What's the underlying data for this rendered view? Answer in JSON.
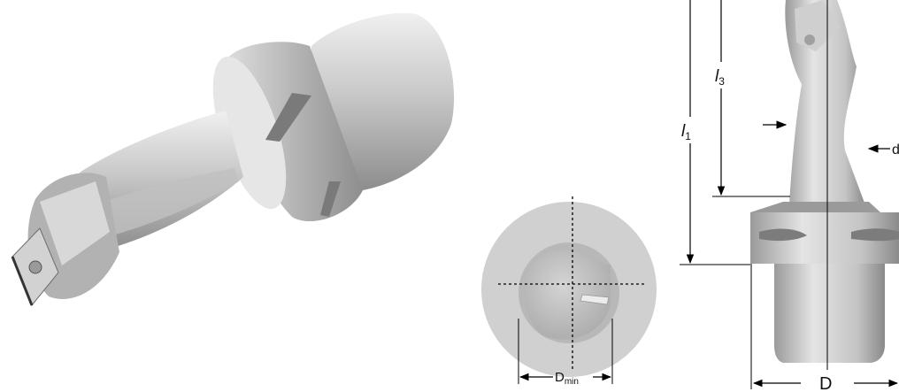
{
  "labels": {
    "l1_letter": "l",
    "l1_sub": "1",
    "l3_letter": "l",
    "l3_sub": "3",
    "d_partial": "d",
    "dmin_letter": "D",
    "dmin_sub": "min",
    "D": "D"
  },
  "colors": {
    "tool_light": "#dcdcdc",
    "tool_mid": "#b9b9b9",
    "tool_dark": "#8e8e8e",
    "line": "#000000"
  }
}
